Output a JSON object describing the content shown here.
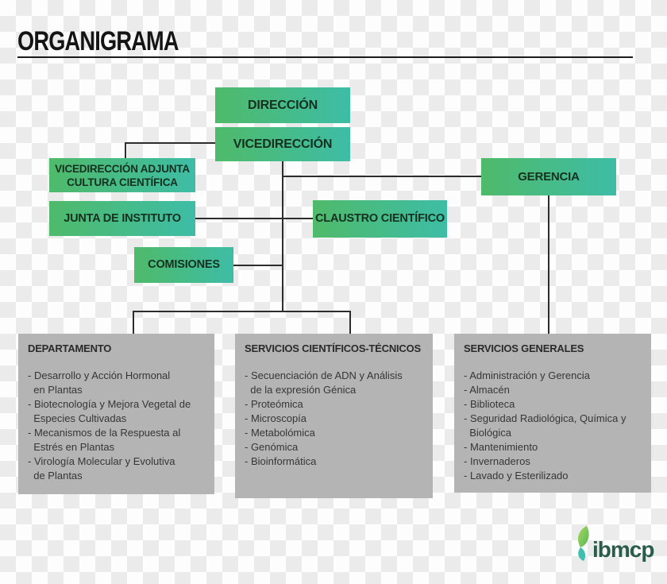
{
  "title": "ORGANIGRAMA",
  "org": {
    "direccion": "DIRECCIÓN",
    "vicedireccion": "VICEDIRECCIÓN",
    "adjunta_line1": "VICEDIRECCIÓN ADJUNTA",
    "adjunta_line2": "CULTURA CIENTÍFICA",
    "junta": "JUNTA DE INSTITUTO",
    "gerencia": "GERENCIA",
    "claustro": "CLAUSTRO CIENTÍFICO",
    "comisiones": "COMISIONES"
  },
  "sections": [
    {
      "title": "DEPARTAMENTO",
      "lines": [
        "- Desarrollo y Acción Hormonal",
        "  en Plantas",
        "- Biotecnología y Mejora Vegetal de",
        "  Especies Cultivadas",
        "- Mecanismos de la Respuesta al",
        "  Estrés en Plantas",
        "- Virología Molecular y Evolutiva",
        "  de Plantas"
      ]
    },
    {
      "title": "SERVICIOS CIENTÍFICOS-TÉCNICOS",
      "lines": [
        "- Secuenciación de ADN y Análisis",
        "  de la expresión Génica",
        "- Proteómica",
        "- Microscopía",
        "- Metabolómica",
        "- Genómica",
        "- Bioinformática"
      ]
    },
    {
      "title": "SERVICIOS GENERALES",
      "lines": [
        "- Administración y Gerencia",
        "- Almacén",
        "- Biblioteca",
        "- Seguridad Radiológica, Química y",
        "  Biológica",
        "- Mantenimiento",
        "- Invernaderos",
        "- Lavado y Esterilizado"
      ]
    }
  ],
  "logo": {
    "text": "ibmcp"
  },
  "colors": {
    "node_gradient_start": "#4fba6a",
    "node_gradient_end": "#3ebda6",
    "section_background": "#b4b4b4",
    "connector": "#2d2d2d",
    "checker_light": "#fdfdfd",
    "checker_dark": "#ebebeb",
    "logo_text": "#2a5c4b",
    "logo_leaf_green": "#8cc74f",
    "logo_leaf_teal": "#3fbfad"
  }
}
